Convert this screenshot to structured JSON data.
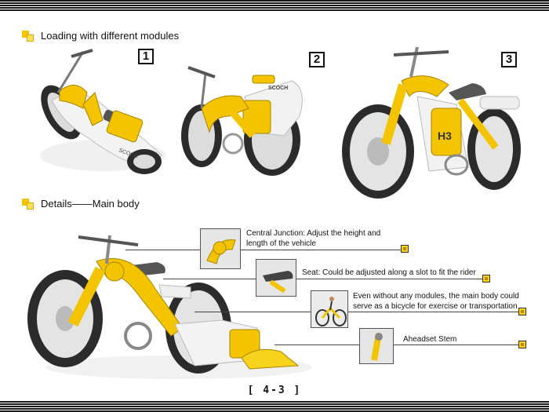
{
  "sections": {
    "loading_title": "Loading with different modules",
    "details_title": "Details——Main body"
  },
  "variants": [
    {
      "number": "1",
      "logo": "SCOCH"
    },
    {
      "number": "2",
      "logo": "SCOCH"
    },
    {
      "number": "3",
      "logo": "H3"
    }
  ],
  "callouts": [
    {
      "text": "Central Junction: Adjust the height and length of the vehicle"
    },
    {
      "text": "Seat: Could be adjusted along a slot to fit the rider"
    },
    {
      "text": "Even without any modules, the main body could serve as a bicycle for exercise or transportation"
    },
    {
      "text": "Aheadset Stem"
    }
  ],
  "page_label": "[ 4-3 ]",
  "colors": {
    "accent_yellow": "#f4c400",
    "body_white": "#f2f2f2",
    "tire_dark": "#2b2b2b",
    "stripe": "#1a1a1a"
  }
}
